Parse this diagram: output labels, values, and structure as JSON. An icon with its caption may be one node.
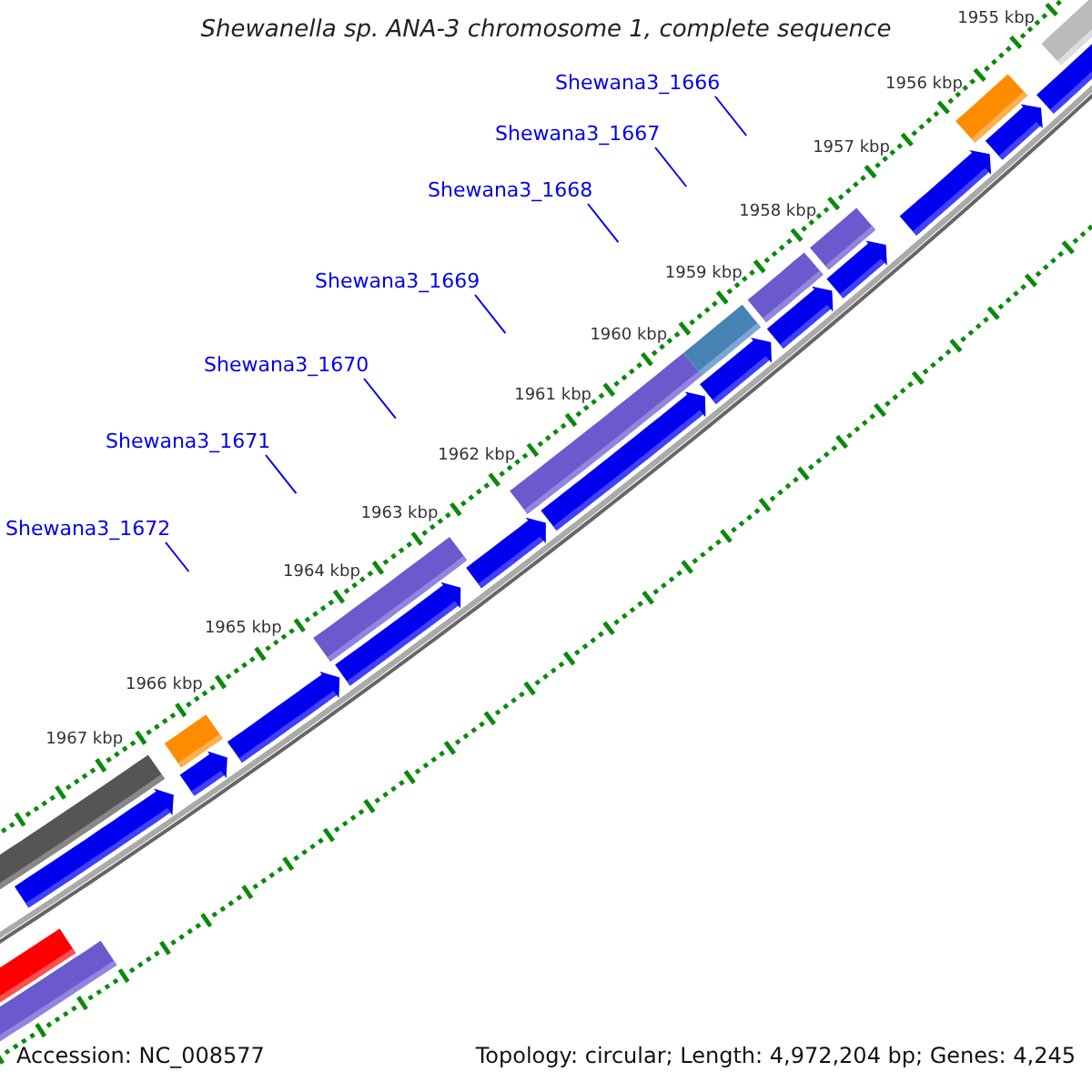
{
  "diagram": {
    "title": "Shewanella sp. ANA-3 chromosome 1, complete sequence",
    "nodes": [
      {
        "text": [
          "Shewana3_1666"
        ]
      },
      {
        "text": [
          "Shewana3_1667"
        ]
      },
      {
        "text": [
          "Shewana3_1668"
        ]
      },
      {
        "text": [
          "Shewana3_1669"
        ]
      },
      {
        "text": [
          "Shewana3_1670"
        ]
      },
      {
        "text": [
          "Shewana3_1671"
        ]
      },
      {
        "text": [
          "Shewana3_1672"
        ]
      }
    ],
    "edges": [
      {
        "from": 0,
        "to": null,
        "arrow": "none"
      },
      {
        "from": 1,
        "to": null,
        "arrow": "none"
      },
      {
        "from": 2,
        "to": null,
        "arrow": "none"
      },
      {
        "from": 3,
        "to": null,
        "arrow": "none"
      },
      {
        "from": 4,
        "to": null,
        "arrow": "none"
      },
      {
        "from": 5,
        "to": null,
        "arrow": "none"
      },
      {
        "from": 6,
        "to": null,
        "arrow": "none"
      }
    ],
    "labels": [
      "1955 kbp",
      "1956 kbp",
      "1957 kbp",
      "1958 kbp",
      "1959 kbp",
      "1960 kbp",
      "1961 kbp",
      "1962 kbp",
      "1963 kbp",
      "1964 kbp",
      "1965 kbp",
      "1966 kbp",
      "1967 kbp",
      "Accession: NC_008577",
      "Topology: circular; Length: 4,972,204 bp; Genes: 4,245"
    ]
  }
}
